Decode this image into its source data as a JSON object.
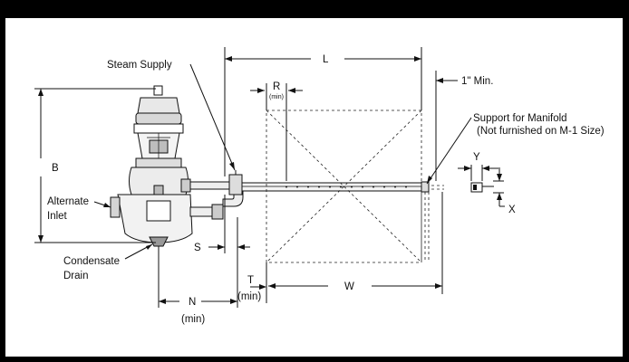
{
  "labels": {
    "steam_supply": "Steam Supply",
    "L": "L",
    "R": "R",
    "R_min": "(min)",
    "one_inch_min": "1\" Min.",
    "support_line1": "Support for Manifold",
    "support_line2": "(Not furnished on M-1 Size)",
    "B": "B",
    "alternate_line1": "Alternate",
    "alternate_line2": "Inlet",
    "Y": "Y",
    "X": "X",
    "S": "S",
    "condensate_line1": "Condensate",
    "condensate_line2": "Drain",
    "T": "T",
    "T_min": "(min)",
    "W": "W",
    "N": "N",
    "N_min": "(min)"
  }
}
